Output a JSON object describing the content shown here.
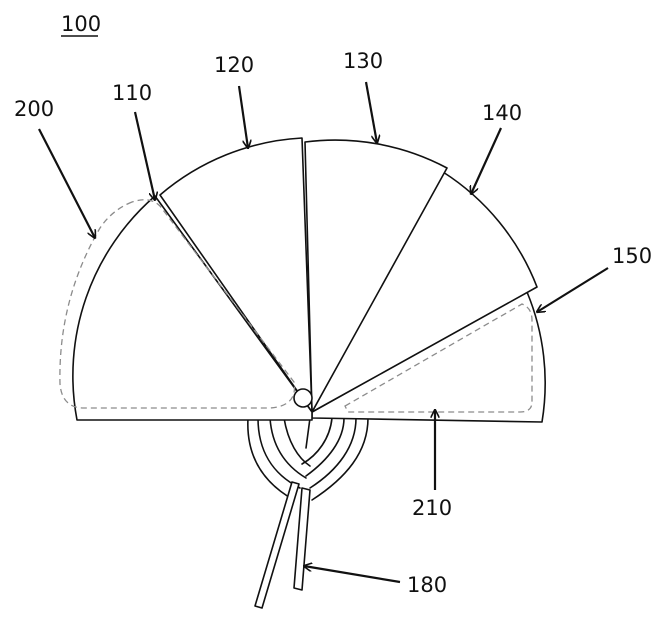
{
  "figure": {
    "labels": {
      "assembly": "100",
      "blade_1": "110",
      "blade_2": "120",
      "blade_3": "130",
      "blade_4": "140",
      "blade_5": "150",
      "cushion_left": "200",
      "cushion_right": "210",
      "strap": "180"
    }
  }
}
